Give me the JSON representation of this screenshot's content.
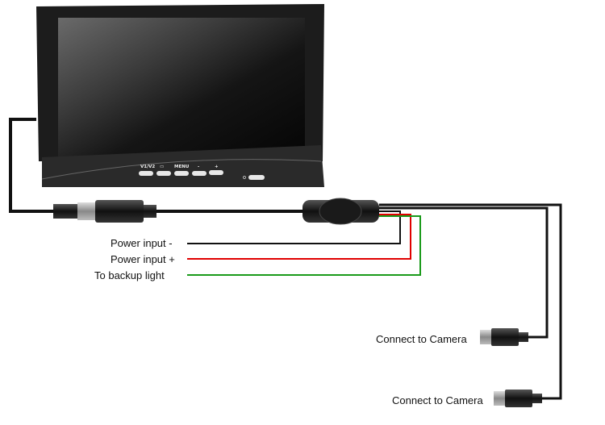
{
  "monitor": {
    "buttons": [
      "V1/V2",
      "▭",
      "MENU",
      "-",
      "+"
    ]
  },
  "wires": {
    "power_negative": "Power input -",
    "power_positive": "Power input +",
    "backup_light": "To backup light"
  },
  "cameras": [
    {
      "label": "Connect to Camera"
    },
    {
      "label": "Connect to Camera"
    }
  ],
  "colors": {
    "black_wire": "#111111",
    "red_wire": "#e00000",
    "green_wire": "#1a9a1a"
  }
}
